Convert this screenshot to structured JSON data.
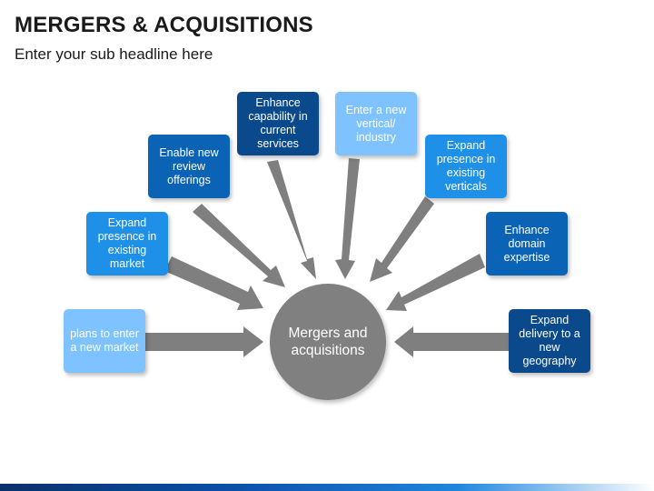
{
  "title": "MERGERS & ACQUISITIONS",
  "subtitle": "Enter your sub headline here",
  "center": {
    "label": "Mergers and acquisitions",
    "color": "#808080"
  },
  "arrow_color": "#7f7f7f",
  "colors": {
    "dark_blue": "#0a63b4",
    "mid_blue": "#1e90e8",
    "light_blue": "#7ec3ff",
    "navy": "#0a4a8c"
  },
  "boxes": [
    {
      "id": "new-market",
      "label": "plans to enter a new market",
      "color": "#7ec3ff"
    },
    {
      "id": "existing-market",
      "label": "Expand presence in existing market",
      "color": "#1e90e8"
    },
    {
      "id": "review-offerings",
      "label": "Enable new review offerings",
      "color": "#0a63b4"
    },
    {
      "id": "capability",
      "label": "Enhance capability in current services",
      "color": "#0a4a8c"
    },
    {
      "id": "vertical-industry",
      "label": "Enter a new vertical/ industry",
      "color": "#7ec3ff"
    },
    {
      "id": "existing-verticals",
      "label": "Expand presence in existing verticals",
      "color": "#1e90e8"
    },
    {
      "id": "domain-expertise",
      "label": "Enhance domain expertise",
      "color": "#0a63b4"
    },
    {
      "id": "geography",
      "label": "Expand delivery to a new geography",
      "color": "#0a4a8c"
    }
  ]
}
